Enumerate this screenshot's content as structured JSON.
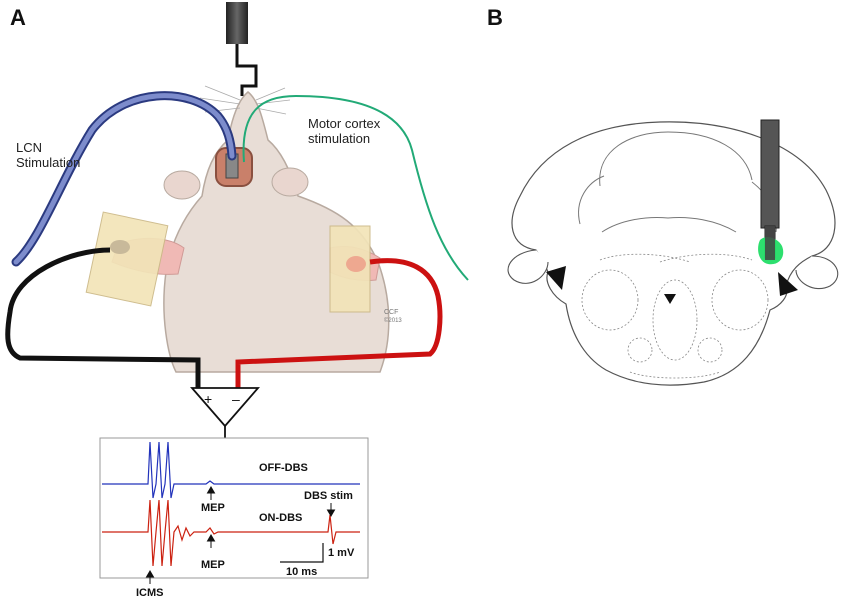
{
  "panels": {
    "a_label": "A",
    "b_label": "B"
  },
  "panel_a": {
    "lcn_label": "LCN\nStimulation",
    "motor_label": "Motor cortex\nstimulation",
    "amp_plus": "+",
    "amp_minus": "–",
    "credit_line1": "CCF",
    "credit_line2": "©2013"
  },
  "emg_inset": {
    "off_label": "OFF-DBS",
    "on_label": "ON-DBS",
    "mep_label": "MEP",
    "dbs_stim_label": "DBS stim",
    "icms_label": "ICMS",
    "scale_time": "10 ms",
    "scale_volt": "1 mV",
    "off_color": "#2233bb",
    "on_color": "#cc2211"
  },
  "colors": {
    "lcn_cable": "#5566aa",
    "motor_wire": "#22aa77",
    "black_lead": "#111111",
    "red_lead": "#cc1111",
    "electrode": "#555555",
    "target_highlight": "#22dd66"
  }
}
